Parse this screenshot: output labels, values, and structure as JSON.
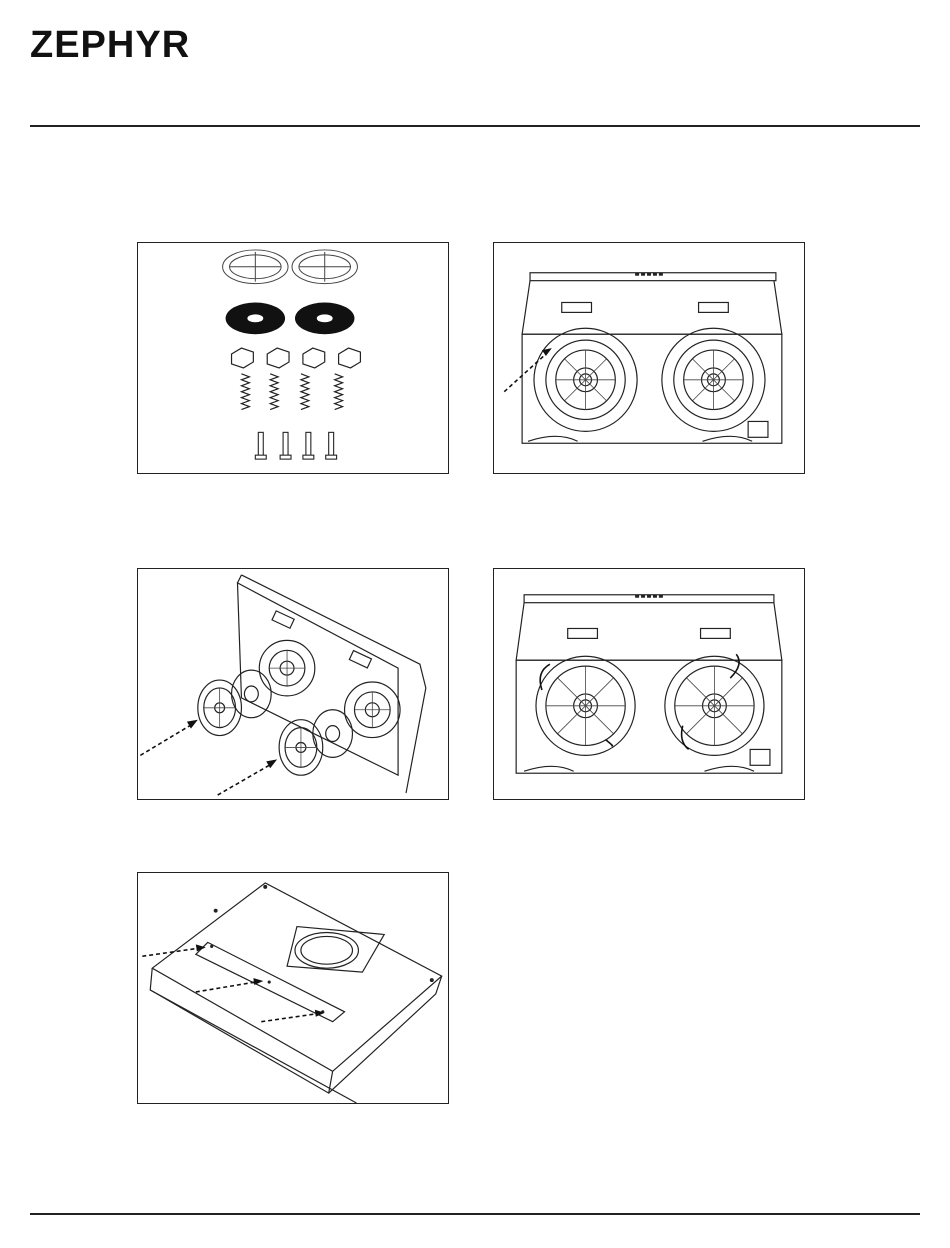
{
  "header": {
    "brand": "ZEPHYR"
  },
  "figures": [
    {
      "name": "recirculation-kit-parts"
    },
    {
      "name": "hood-underside-filter-location"
    },
    {
      "name": "install-charcoal-filters"
    },
    {
      "name": "hood-underside-filters-installed"
    },
    {
      "name": "hood-top-damper-plate"
    }
  ]
}
